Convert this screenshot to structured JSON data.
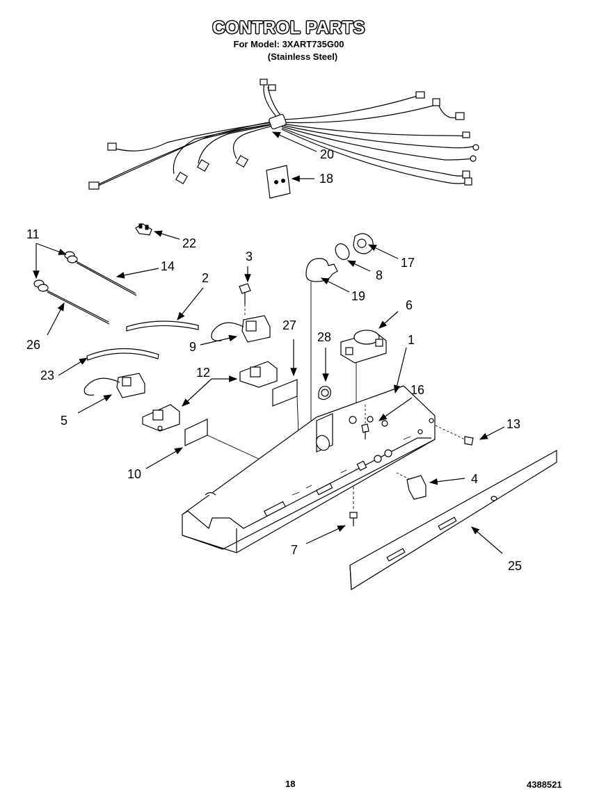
{
  "header": {
    "title": "CONTROL PARTS",
    "model_line": "For Model: 3XART735G00",
    "finish_line": "(Stainless Steel)"
  },
  "callouts": {
    "c1": "1",
    "c2": "2",
    "c3": "3",
    "c4": "4",
    "c5": "5",
    "c6": "6",
    "c7": "7",
    "c8": "8",
    "c9": "9",
    "c10": "10",
    "c11": "11",
    "c12": "12",
    "c13": "13",
    "c14": "14",
    "c16": "16",
    "c17": "17",
    "c18": "18",
    "c19": "19",
    "c20": "20",
    "c22": "22",
    "c23": "23",
    "c25": "25",
    "c26": "26",
    "c27": "27",
    "c28": "28"
  },
  "footer": {
    "page_number": "18",
    "document_number": "4388521"
  }
}
